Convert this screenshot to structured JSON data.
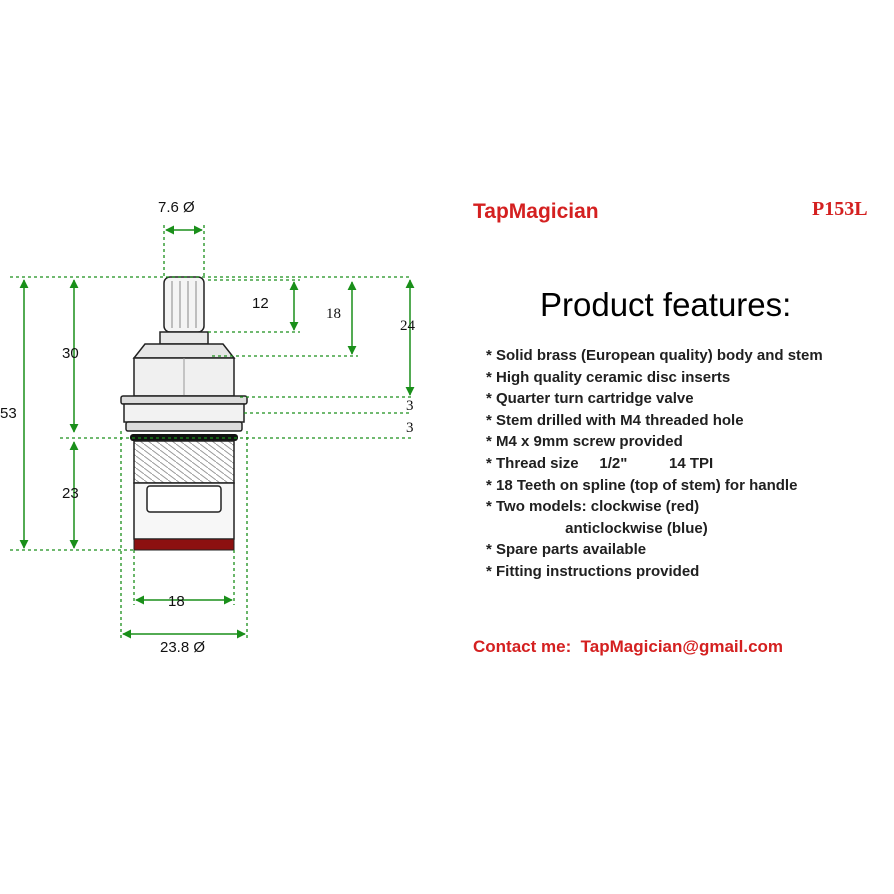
{
  "brand": {
    "name": "TapMagician",
    "code": "P153L"
  },
  "heading": "Product features:",
  "features": [
    "* Solid brass (European quality) body and stem",
    "* High quality ceramic disc inserts",
    "* Quarter turn cartridge valve",
    "* Stem drilled with M4 threaded hole",
    "* M4 x 9mm screw provided",
    "* Thread size     1/2\"          14 TPI",
    "* 18 Teeth on spline (top of stem) for handle",
    "* Two models: clockwise (red)",
    "                   anticlockwise (blue)",
    "* Spare parts available",
    "* Fitting instructions provided"
  ],
  "contact": "Contact me:  TapMagician@gmail.com",
  "dimensions": {
    "stem_diameter": "7.6 Ø",
    "spline_height": "12",
    "stem_height": "18",
    "upper_height": "24",
    "top_section": "30",
    "overall_height": "53",
    "ring_1": "3",
    "ring_2": "3",
    "thread_length": "23",
    "inner_width": "18",
    "outer_diameter": "23.8 Ø"
  },
  "colors": {
    "accent_red": "#d42020",
    "dimension_green": "#1a8f1a",
    "seal_red": "#8c1010"
  }
}
